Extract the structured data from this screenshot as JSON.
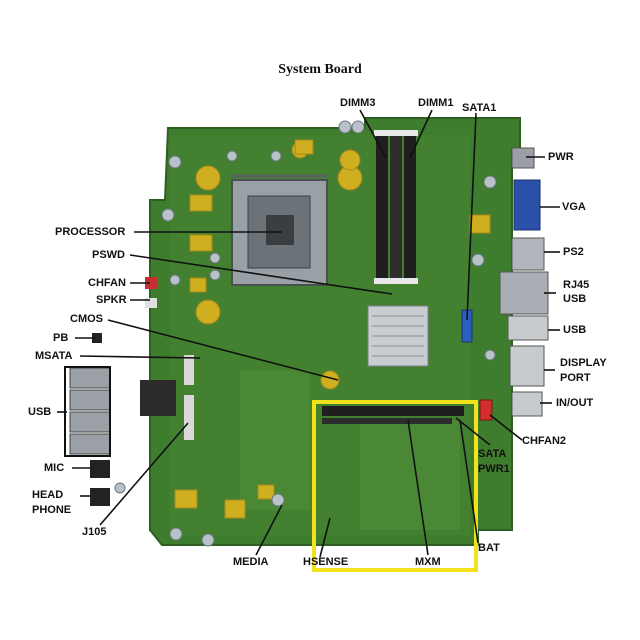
{
  "title": "System Board",
  "labels": {
    "dimm3": "DIMM3",
    "dimm1": "DIMM1",
    "sata1": "SATA1",
    "pwr": "PWR",
    "vga": "VGA",
    "processor": "PROCESSOR",
    "pswd": "PSWD",
    "ps2": "PS2",
    "chfan": "CHFAN",
    "spkr": "SPKR",
    "rj45_usb_line1": "RJ45",
    "rj45_usb_line2": "USB",
    "cmos": "CMOS",
    "usb_right": "USB",
    "pb": "PB",
    "msata": "MSATA",
    "display_port_line1": "DISPLAY",
    "display_port_line2": "PORT",
    "usb_left": "USB",
    "in_out": "IN/OUT",
    "chfan2": "CHFAN2",
    "sata_pwr1_line1": "SATA",
    "sata_pwr1_line2": "PWR1",
    "mic": "MIC",
    "headphone_line1": "HEAD",
    "headphone_line2": "PHONE",
    "j105": "J105",
    "media": "MEDIA",
    "hsense": "HSENSE",
    "mxm": "MXM",
    "bat": "BAT"
  },
  "colors": {
    "pcb": "#3f7d2e",
    "pcb_dark": "#2d5e22",
    "highlight_box": "#f2e21b",
    "leader": "#111111",
    "heatsink": "#c9ccd0",
    "slot": "#1f1f1f",
    "sata": "#2a5fc0",
    "vga": "#2c4fa8",
    "cap": "#d8b420"
  }
}
